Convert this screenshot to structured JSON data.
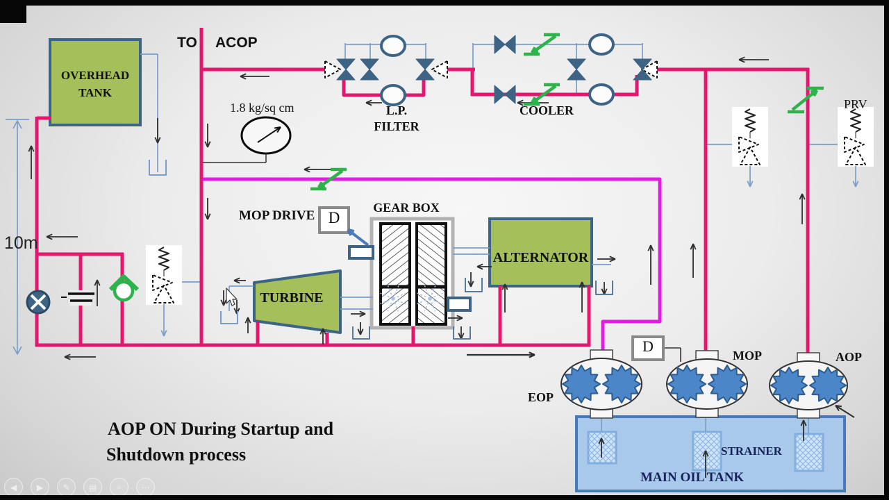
{
  "labels": {
    "to": "TO",
    "acop": "ACOP",
    "overhead_tank_1": "OVERHEAD",
    "overhead_tank_2": "TANK",
    "pressure": "1.8 kg/sq cm",
    "lp_filter_1": "L.P.",
    "lp_filter_2": "FILTER",
    "cooler": "COOLER",
    "prv": "PRV",
    "height_dim": "10m",
    "mop_drive": "MOP DRIVE",
    "drive_badge": "D",
    "gear_box": "GEAR BOX",
    "turbine": "TURBINE",
    "alternator": "ALTERNATOR",
    "eop": "EOP",
    "mop": "MOP",
    "aop": "AOP",
    "pump_drive_badge": "D",
    "strainer": "STRAINER",
    "main_oil_tank": "MAIN OIL TANK",
    "caption_1": "AOP  ON During Startup and",
    "caption_2": "Shutdown process"
  },
  "colors": {
    "pipe_pink": "#e4176e",
    "pipe_magenta": "#df1fdf",
    "pipe_blue": "#7b9dc8",
    "steel": "#3d6385",
    "green": "#2eb24c",
    "box_green": "#a5c05a",
    "gear_blue": "#4a86c8",
    "gear_edge": "#2f5c8f",
    "tank_fill": "#a9c9ea",
    "tank_border": "#4879b8",
    "arrow_dark": "#2e2e2e"
  },
  "controls": [
    {
      "name": "previous-slide",
      "glyph": "◀"
    },
    {
      "name": "next-slide",
      "glyph": "▶"
    },
    {
      "name": "pen-tool",
      "glyph": "✎"
    },
    {
      "name": "see-all-slides",
      "glyph": "▤"
    },
    {
      "name": "zoom-tool",
      "glyph": "⌕"
    },
    {
      "name": "more-options",
      "glyph": "⋯"
    }
  ]
}
